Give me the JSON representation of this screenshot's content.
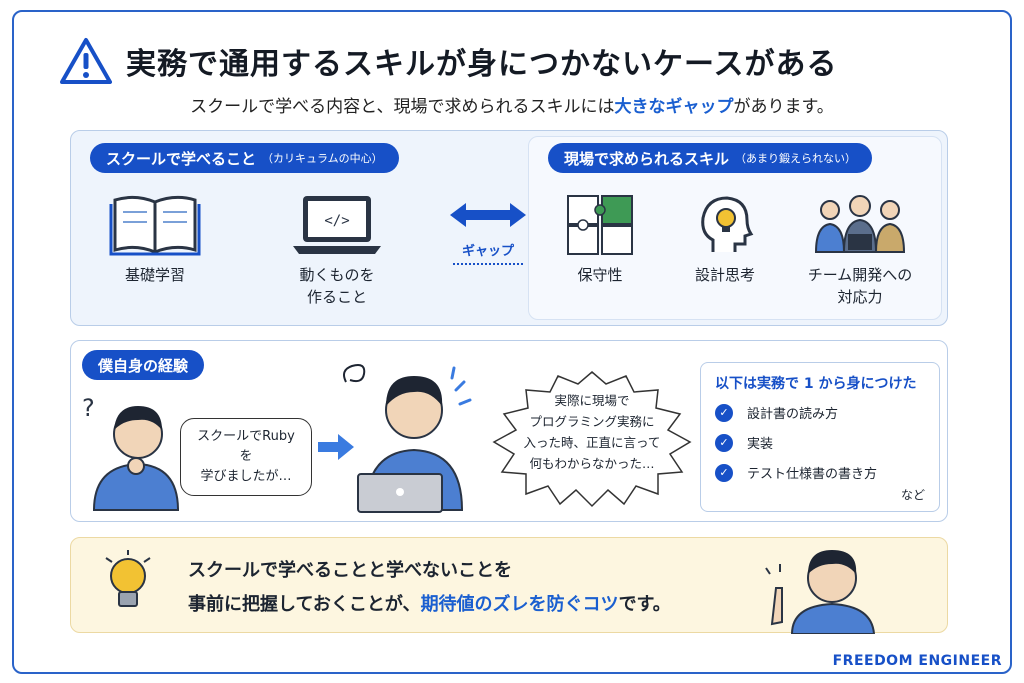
{
  "title": "実務で通用するスキルが身につかないケースがある",
  "subtitle": {
    "before": "スクールで学べる内容と、現場で求められるスキルには",
    "highlight": "大きなギャップ",
    "after": "があります。"
  },
  "school": {
    "heading": "スクールで学べること",
    "note": "（カリキュラムの中心）",
    "items": [
      {
        "label": [
          "基礎学習"
        ],
        "icon": "book-icon"
      },
      {
        "label": [
          "動くものを",
          "作ること"
        ],
        "icon": "laptop-code-icon"
      }
    ]
  },
  "gap_label": "ギャップ",
  "field": {
    "heading": "現場で求められるスキル",
    "note": "（あまり鍛えられない）",
    "items": [
      {
        "label": [
          "保守性"
        ],
        "icon": "puzzle-icon"
      },
      {
        "label": [
          "設計思考"
        ],
        "icon": "head-bulb-icon"
      },
      {
        "label": [
          "チーム開発への",
          "対応力"
        ],
        "icon": "team-icon"
      }
    ]
  },
  "experience": {
    "heading": "僕自身の経験",
    "bubble1": [
      "スクールでRubyを",
      "学びましたが…"
    ],
    "bubble2": [
      "実際に現場で",
      "プログラミング実務に",
      "入った時、正直に言って",
      "何もわからなかった…"
    ],
    "list_title": "以下は実務で 1 から身につけた",
    "list": [
      "設計書の読み方",
      "実装",
      "テスト仕様書の書き方"
    ],
    "etc": "など"
  },
  "tip": {
    "line1": "スクールで学べることと学べないことを",
    "line2_before": "事前に把握しておくことが、",
    "line2_highlight": "期待値のズレを防ぐコツ",
    "line2_after": "です。"
  },
  "brand": "FREEDOM ENGINEER",
  "colors": {
    "accent": "#1750c7",
    "panel": "#eef4fc",
    "tip_bg": "#fdf6e0"
  }
}
